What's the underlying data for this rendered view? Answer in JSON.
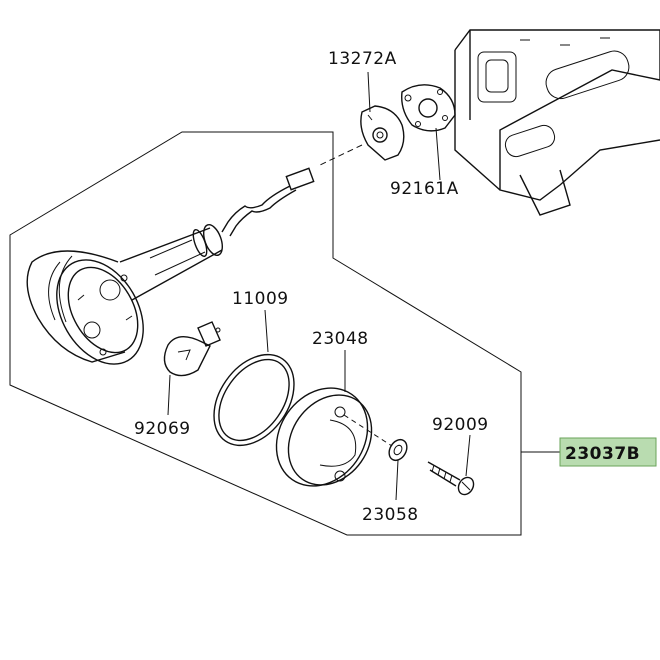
{
  "parts": [
    {
      "id": "13272A",
      "label": "13272A"
    },
    {
      "id": "92161A",
      "label": "92161A"
    },
    {
      "id": "11009",
      "label": "11009"
    },
    {
      "id": "23048",
      "label": "23048"
    },
    {
      "id": "92069",
      "label": "92069"
    },
    {
      "id": "92009",
      "label": "92009"
    },
    {
      "id": "23058",
      "label": "23058"
    },
    {
      "id": "23037B",
      "label": "23037B",
      "highlighted": true
    }
  ],
  "colors": {
    "highlight": "#b9dcb0",
    "line": "#111111"
  }
}
